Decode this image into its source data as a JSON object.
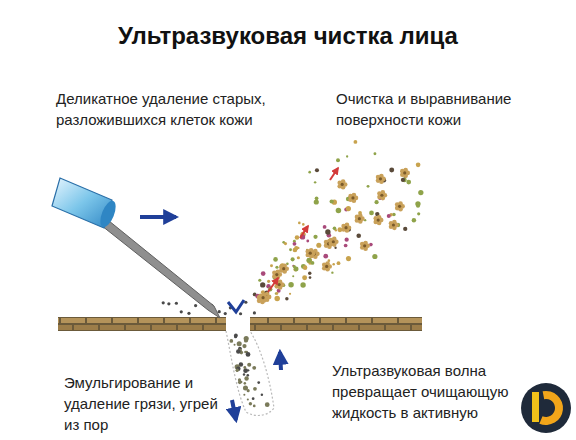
{
  "diagram": {
    "title": "Ультразвуковая чистка лица",
    "labels": [
      "Деликатное удаление старых, разложившихся клеток кожи",
      "Очистка и выравнивание поверхности кожи",
      "Эмульгирование и удаление грязи, угрей из пор",
      "Ультразвуковая волна превращает очищающую жидкость в активную"
    ]
  }
}
